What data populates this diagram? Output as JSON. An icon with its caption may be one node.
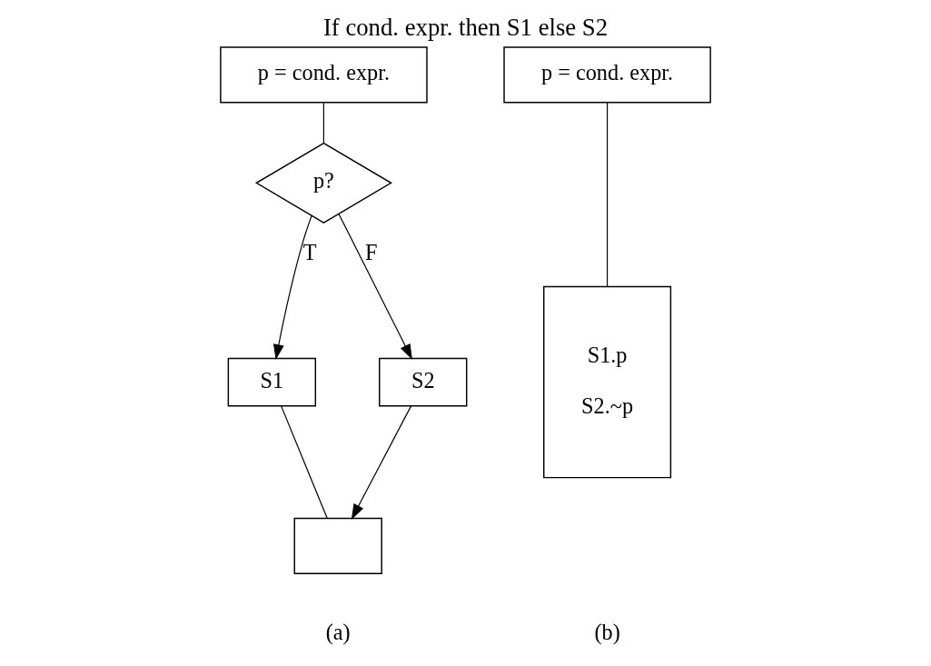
{
  "diagram": {
    "title": "If cond. expr. then S1 else S2",
    "nodes": [
      {
        "text": [
          "p = cond. expr."
        ]
      },
      {
        "text": [
          "p?"
        ]
      },
      {
        "text": [
          "S1"
        ]
      },
      {
        "text": [
          "S2"
        ]
      },
      {
        "text": [],
        "shape": "box"
      },
      {
        "text": [
          "p = cond. expr."
        ]
      },
      {
        "text": [
          "S1.p",
          "S2.~p"
        ]
      }
    ],
    "edges": [
      {
        "from": 0,
        "to": 1,
        "arrow": "none"
      },
      {
        "from": 1,
        "to": 2,
        "arrow": "to",
        "label": "T"
      },
      {
        "from": 1,
        "to": 3,
        "arrow": "to",
        "label": "F"
      },
      {
        "from": 2,
        "to": 4,
        "arrow": "none"
      },
      {
        "from": 3,
        "to": 4,
        "arrow": "to"
      },
      {
        "from": 5,
        "to": 6,
        "arrow": "none"
      }
    ],
    "labels": [
      "(a)",
      "(b)"
    ]
  }
}
